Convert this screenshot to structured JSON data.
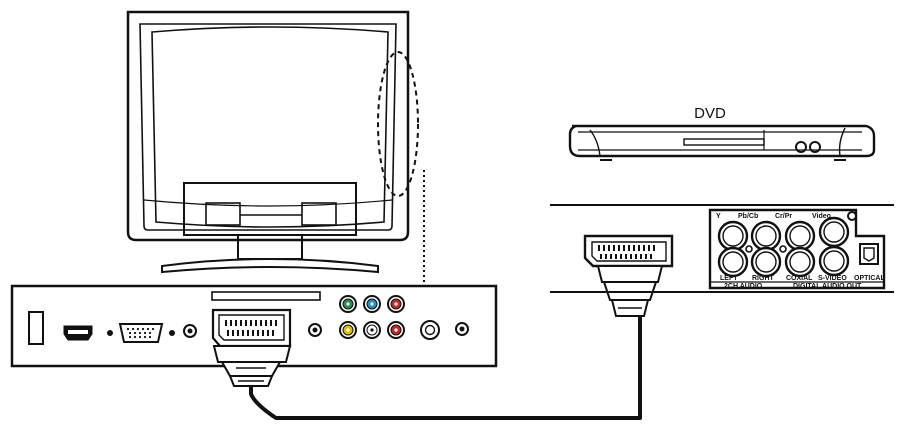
{
  "dvd_label": "DVD",
  "panel_labels": {
    "y": "Y",
    "pb_cb": "Pb/Cb",
    "pr_cr": "Cr/Pr",
    "video": "Video",
    "left": "LEFT",
    "right": "RIGHT",
    "coaxial": "COXIAL",
    "s_video": "S-VIDEO",
    "optical": "OPTICAL",
    "ch_audio": "2CH AUDIO",
    "digital_audio_out": "DIGITAL AUDIO OUT"
  },
  "colors": {
    "line": "#111111",
    "rca_green": "#2e8b57",
    "rca_blue": "#1e90c8",
    "rca_red": "#c62828",
    "rca_yellow": "#e0c000",
    "rca_white": "#ffffff"
  }
}
